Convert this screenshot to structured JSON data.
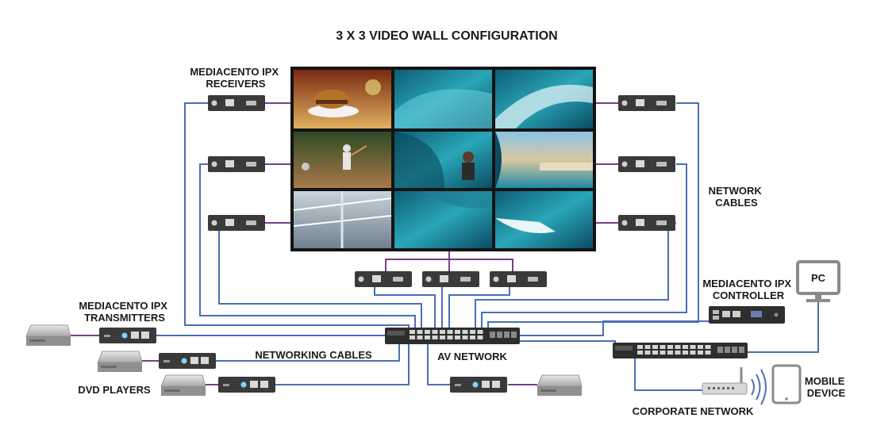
{
  "title": "3 X 3 VIDEO WALL CONFIGURATION",
  "labels": {
    "receivers_line1": "MEDIACENTO IPX",
    "receivers_line2": "RECEIVERS",
    "transmitters_line1": "MEDIACENTO IPX",
    "transmitters_line2": "TRANSMITTERS",
    "dvd_players": "DVD PLAYERS",
    "networking_cables": "NETWORKING CABLES",
    "av_network": "AV NETWORK",
    "network_cables_line1": "NETWORK",
    "network_cables_line2": "CABLES",
    "controller_line1": "MEDIACENTO IPX",
    "controller_line2": "CONTROLLER",
    "pc": "PC",
    "mobile_line1": "MOBILE",
    "mobile_line2": "DEVICE",
    "corporate_network": "CORPORATE NETWORK"
  },
  "video_wall": {
    "rows": 3,
    "cols": 3,
    "tiles": [
      "burger",
      "wave",
      "wave",
      "baseball",
      "surfer",
      "surfer-beach",
      "mall",
      "surfer",
      "surfer"
    ]
  },
  "colors": {
    "network_cable": "#4a6fb5",
    "video_cable": "#7a3d8c",
    "device": "#3a3a3a",
    "label": "#1a1a1a"
  }
}
